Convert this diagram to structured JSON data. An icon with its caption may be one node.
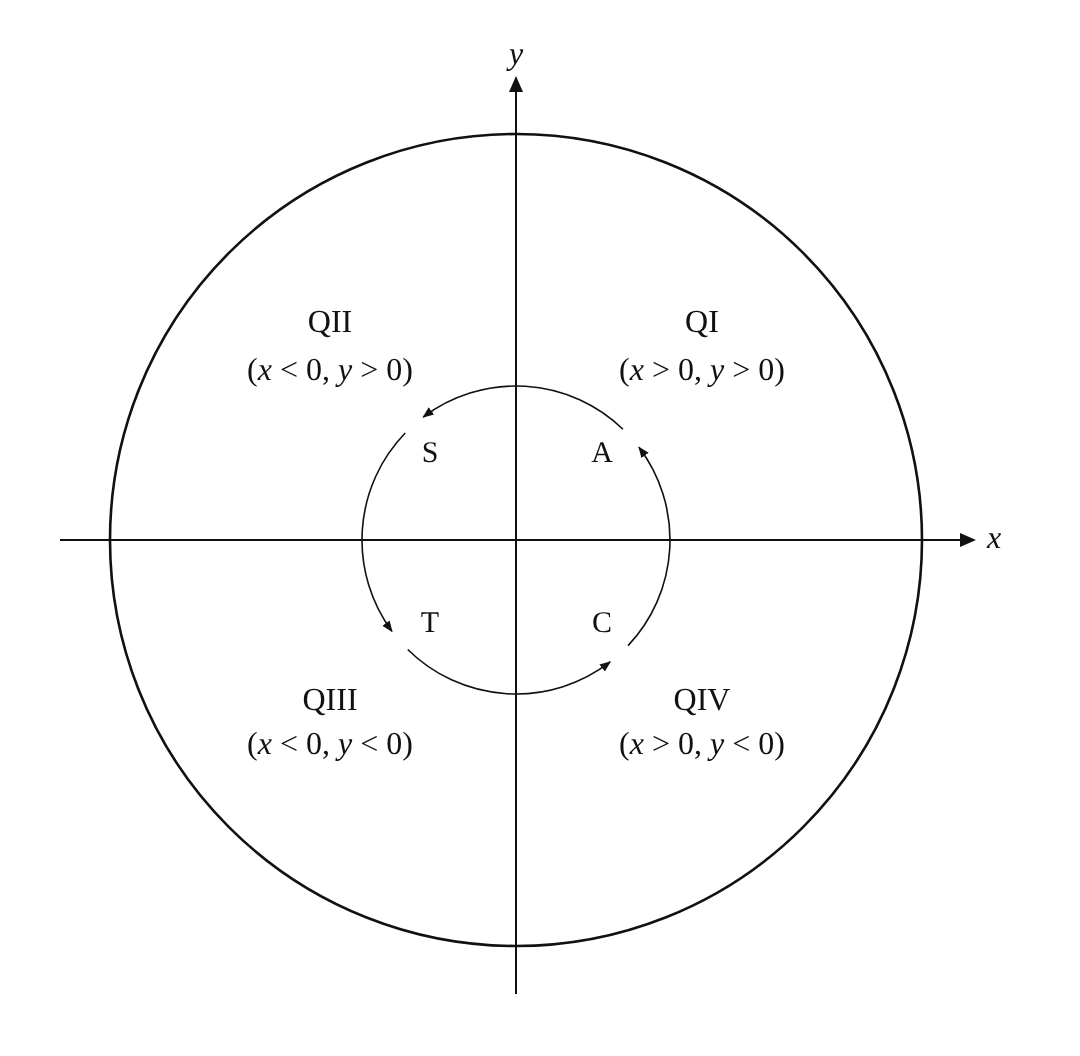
{
  "diagram": {
    "nodes": [
      {
        "text": [
          "S"
        ]
      },
      {
        "text": [
          "A"
        ]
      },
      {
        "text": [
          "T"
        ]
      },
      {
        "text": [
          "C"
        ]
      }
    ],
    "edges": [
      {
        "from": 3,
        "to": 1,
        "arrow": "to"
      },
      {
        "from": 1,
        "to": 0,
        "arrow": "to"
      },
      {
        "from": 0,
        "to": 2,
        "arrow": "to"
      },
      {
        "from": 2,
        "to": 3,
        "arrow": "to"
      }
    ],
    "labels": [
      "*y*",
      "QII",
      "(*x* < 0, *y* > 0)",
      "QI",
      "(*x* > 0, *y* > 0)",
      "*x*",
      "QIII",
      "(*x* < 0, *y* < 0)",
      "QIV",
      "(*x* > 0, *y* < 0)"
    ]
  }
}
